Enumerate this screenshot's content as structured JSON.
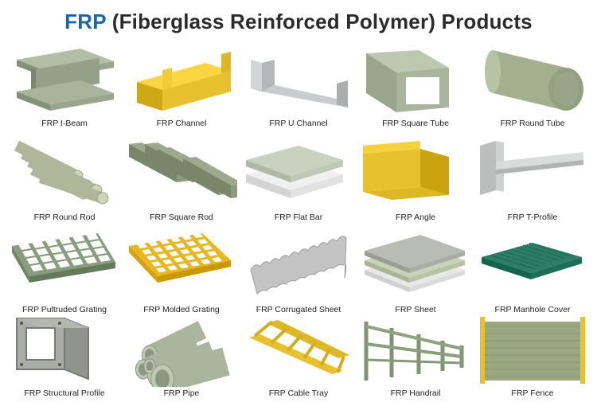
{
  "title": {
    "accent": "FRP",
    "rest": "(Fiberglass Reinforced Polymer) Products"
  },
  "products": [
    {
      "label": "FRP I-Beam",
      "icon": "i-beam-icon",
      "color": "#9aa58e"
    },
    {
      "label": "FRP Channel",
      "icon": "channel-icon",
      "color": "#e8c22e"
    },
    {
      "label": "FRP U Channel",
      "icon": "u-channel-icon",
      "color": "#c9cccd"
    },
    {
      "label": "FRP Square Tube",
      "icon": "square-tube-icon",
      "color": "#a9b49c"
    },
    {
      "label": "FRP Round Tube",
      "icon": "round-tube-icon",
      "color": "#a2b08f"
    },
    {
      "label": "FRP Round Rod",
      "icon": "round-rod-icon",
      "color": "#b9c0a4"
    },
    {
      "label": "FRP Square Rod",
      "icon": "square-rod-icon",
      "color": "#8d9a7e"
    },
    {
      "label": "FRP Flat Bar",
      "icon": "flat-bar-icon",
      "color": "#c8d2bf"
    },
    {
      "label": "FRP Angle",
      "icon": "angle-icon",
      "color": "#e8c22e"
    },
    {
      "label": "FRP T-Profile",
      "icon": "t-profile-icon",
      "color": "#c6c8c8"
    },
    {
      "label": "FRP Pultruded Grating",
      "icon": "pultruded-grating-icon",
      "color": "#7e9274"
    },
    {
      "label": "FRP Molded Grating",
      "icon": "molded-grating-icon",
      "color": "#e8b61e"
    },
    {
      "label": "FRP Corrugated Sheet",
      "icon": "corrugated-sheet-icon",
      "color": "#c4c4c4"
    },
    {
      "label": "FRP  Sheet",
      "icon": "sheet-icon",
      "color": "#b8bcb4"
    },
    {
      "label": "FRP Manhole Cover",
      "icon": "manhole-cover-icon",
      "color": "#2e7d66"
    },
    {
      "label": "FRP Structural Profile",
      "icon": "structural-profile-icon",
      "color": "#9fa39c"
    },
    {
      "label": "FRP Pipe",
      "icon": "pipe-icon",
      "color": "#a9b59f"
    },
    {
      "label": "FRP Cable Tray",
      "icon": "cable-tray-icon",
      "color": "#e8c22e"
    },
    {
      "label": "FRP Handrail",
      "icon": "handrail-icon",
      "color": "#7f9470"
    },
    {
      "label": "FRP Fence",
      "icon": "fence-icon",
      "color": "#9aa882"
    }
  ]
}
